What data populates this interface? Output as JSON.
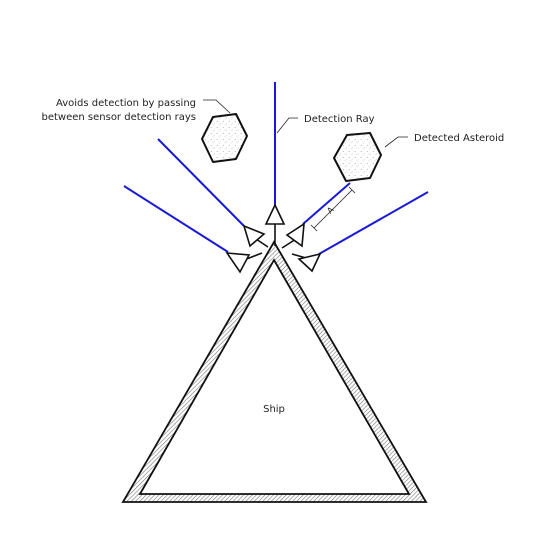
{
  "labels": {
    "avoid_line1": "Avoids detection by passing",
    "avoid_line2": "between sensor detection rays",
    "detection_ray": "Detection Ray",
    "detected_asteroid": "Detected Asteroid",
    "distance_marker": "A",
    "ship": "Ship"
  },
  "colors": {
    "ray": "#1a1ad6",
    "outline": "#111111",
    "hatch": "#888888"
  },
  "icons": {
    "sensor": "triangle-sensor-icon",
    "asteroid": "hexagon-asteroid-icon"
  }
}
